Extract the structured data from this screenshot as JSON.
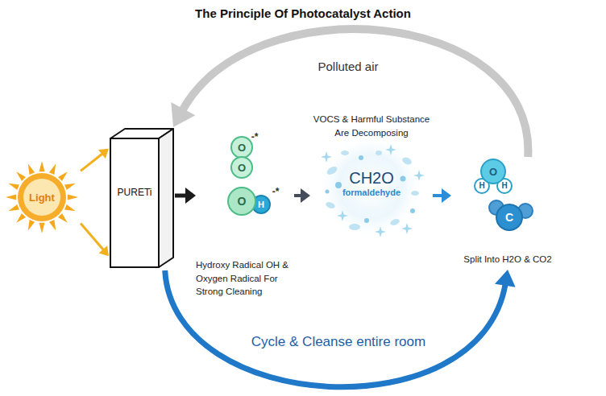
{
  "diagram": {
    "title": "The Principle Of Photocatalyst Action",
    "nodes": [
      {
        "text": [
          "Light"
        ]
      },
      {
        "text": [
          "PURETi"
        ]
      },
      {
        "text": [
          "Hydroxy Radical OH & Oxygen Radical For Strong Cleaning"
        ]
      },
      {
        "text": [
          "VOCS & Harmful Substance Are Decomposing",
          "CH2O",
          "formaldehyde"
        ]
      },
      {
        "text": [
          "Split Into H2O & CO2"
        ]
      }
    ],
    "edges": [
      {
        "from": 0,
        "to": 1,
        "arrow": "to"
      },
      {
        "from": 0,
        "to": 1,
        "arrow": "to"
      },
      {
        "from": 1,
        "to": 2,
        "arrow": "to"
      },
      {
        "from": 2,
        "to": 3,
        "arrow": "to"
      },
      {
        "from": 3,
        "to": 4,
        "arrow": "to"
      },
      {
        "from": 4,
        "to": 1,
        "label": "Polluted air",
        "arrow": "to"
      },
      {
        "from": 1,
        "to": 4,
        "label": "Cycle & Cleanse entire room",
        "arrow": "to"
      }
    ],
    "labels": [
      "-*",
      "O",
      "O",
      "-*",
      "O",
      "H",
      "O",
      "H",
      "H",
      "C"
    ]
  }
}
